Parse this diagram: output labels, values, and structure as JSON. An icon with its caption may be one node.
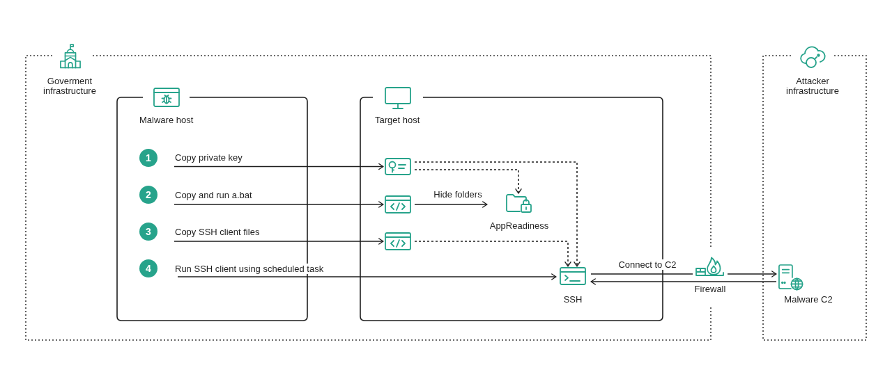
{
  "diagram": {
    "nodes": [
      {
        "text": [
          "Goverment infrastructure"
        ]
      },
      {
        "text": [
          "Malware host"
        ],
        "in": 0
      },
      {
        "text": [
          "1"
        ],
        "in": 1
      },
      {
        "text": [
          "2"
        ],
        "in": 1
      },
      {
        "text": [
          "3"
        ],
        "in": 1
      },
      {
        "text": [
          "4"
        ],
        "in": 1
      },
      {
        "text": [
          "Target host"
        ],
        "in": 0
      },
      {
        "text": [],
        "shape": "picture",
        "in": 6
      },
      {
        "text": [],
        "shape": "picture",
        "in": 6
      },
      {
        "text": [],
        "shape": "picture",
        "in": 6
      },
      {
        "text": [
          "AppReadiness"
        ],
        "in": 6
      },
      {
        "text": [
          "SSH"
        ],
        "in": 6
      },
      {
        "text": [],
        "shape": "picture",
        "beside": [
          "Firewall"
        ]
      },
      {
        "text": [
          "Attacker infrastructure"
        ]
      },
      {
        "text": [
          "Malware C2"
        ],
        "in": 13
      }
    ],
    "edges": [
      {
        "from": null,
        "to": 7,
        "arrow": "to",
        "label": "Copy private key"
      },
      {
        "from": null,
        "to": 8,
        "arrow": "to",
        "label": "Copy and run a.bat"
      },
      {
        "from": null,
        "to": 9,
        "arrow": "to",
        "label": "Copy SSH client files"
      },
      {
        "from": null,
        "to": 11,
        "arrow": "to",
        "label": "Run SSH client using scheduled task"
      },
      {
        "from": 8,
        "to": 10,
        "arrow": "to",
        "label": "Hide folders"
      },
      {
        "from": 7,
        "to": 10,
        "arrow": "to",
        "style": "dashed"
      },
      {
        "from": 7,
        "to": 11,
        "arrow": "to",
        "style": "dashed"
      },
      {
        "from": 9,
        "to": 11,
        "arrow": "to",
        "style": "dashed"
      },
      {
        "from": 11,
        "to": 12,
        "arrow": "none",
        "label": "Connect to C2"
      },
      {
        "from": 12,
        "to": 14,
        "arrow": "to"
      },
      {
        "from": 14,
        "to": 11,
        "arrow": "to"
      }
    ]
  }
}
